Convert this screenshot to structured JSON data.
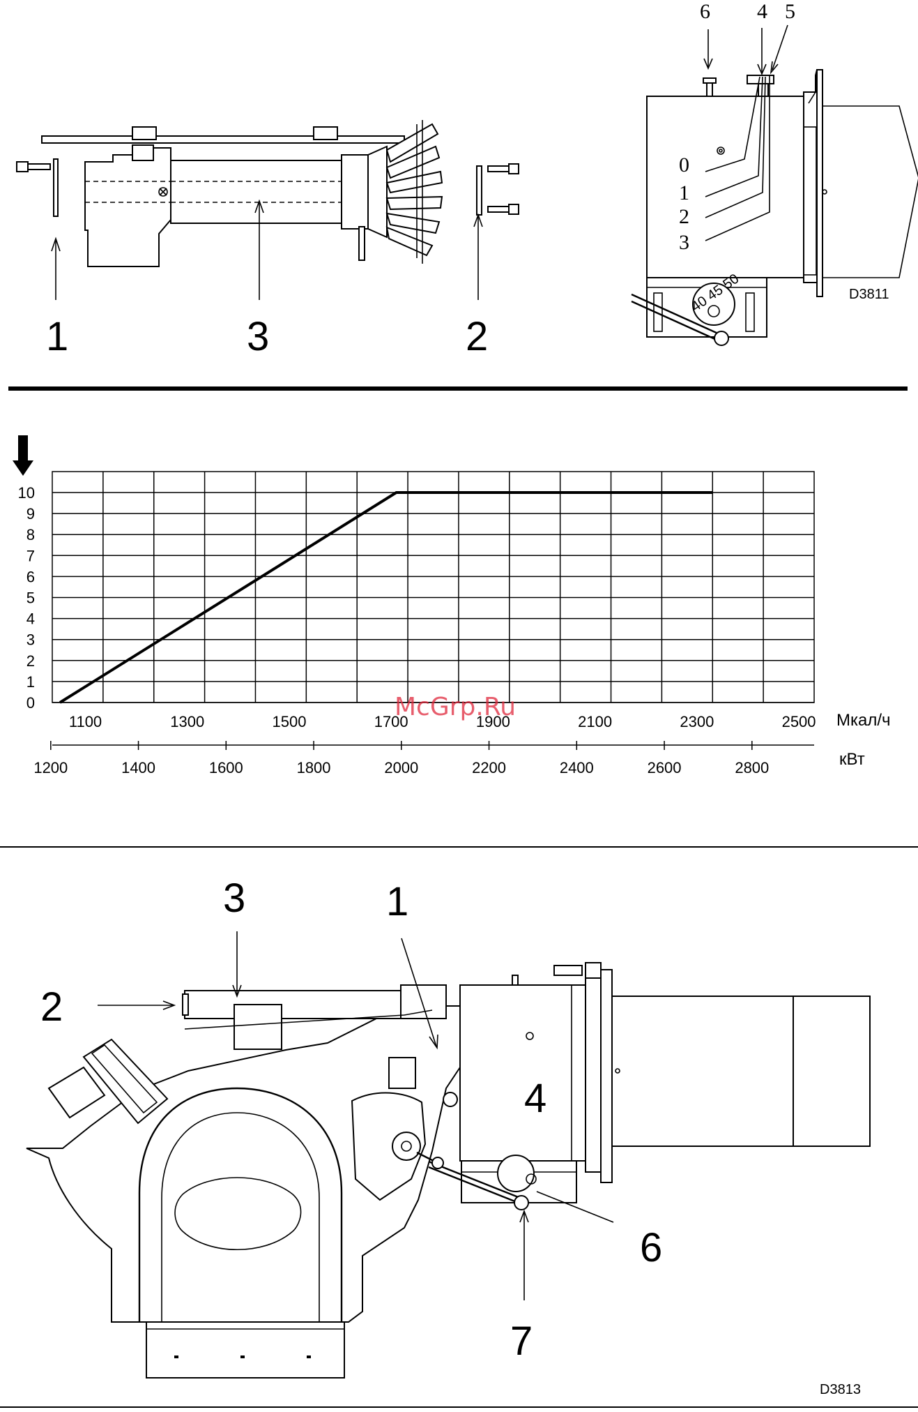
{
  "top_left": {
    "callouts": [
      "1",
      "3",
      "2"
    ]
  },
  "top_right": {
    "callouts_top": [
      "6",
      "4",
      "5"
    ],
    "positions": [
      "0",
      "1",
      "2",
      "3"
    ],
    "scale_marks": "40 45 50",
    "code": "D3811"
  },
  "chart_data": {
    "type": "line",
    "y_ticks": [
      "0",
      "1",
      "2",
      "3",
      "4",
      "5",
      "6",
      "7",
      "8",
      "9",
      "10"
    ],
    "ylim": [
      0,
      10
    ],
    "x_axis_primary": {
      "unit": "Мкал/ч",
      "ticks": [
        "1100",
        "1300",
        "1500",
        "1700",
        "1900",
        "2100",
        "2300",
        "2500"
      ]
    },
    "x_axis_secondary": {
      "unit": "кВт",
      "ticks": [
        "1200",
        "1400",
        "1600",
        "1800",
        "2000",
        "2200",
        "2400",
        "2600",
        "2800"
      ]
    },
    "series": [
      {
        "x": [
          1050,
          1710,
          2330
        ],
        "y": [
          0,
          10,
          10
        ]
      }
    ],
    "grid": true
  },
  "watermark": "McGrp.Ru",
  "bottom": {
    "callouts": [
      "3",
      "1",
      "2",
      "4",
      "6",
      "7"
    ],
    "code": "D3813"
  }
}
